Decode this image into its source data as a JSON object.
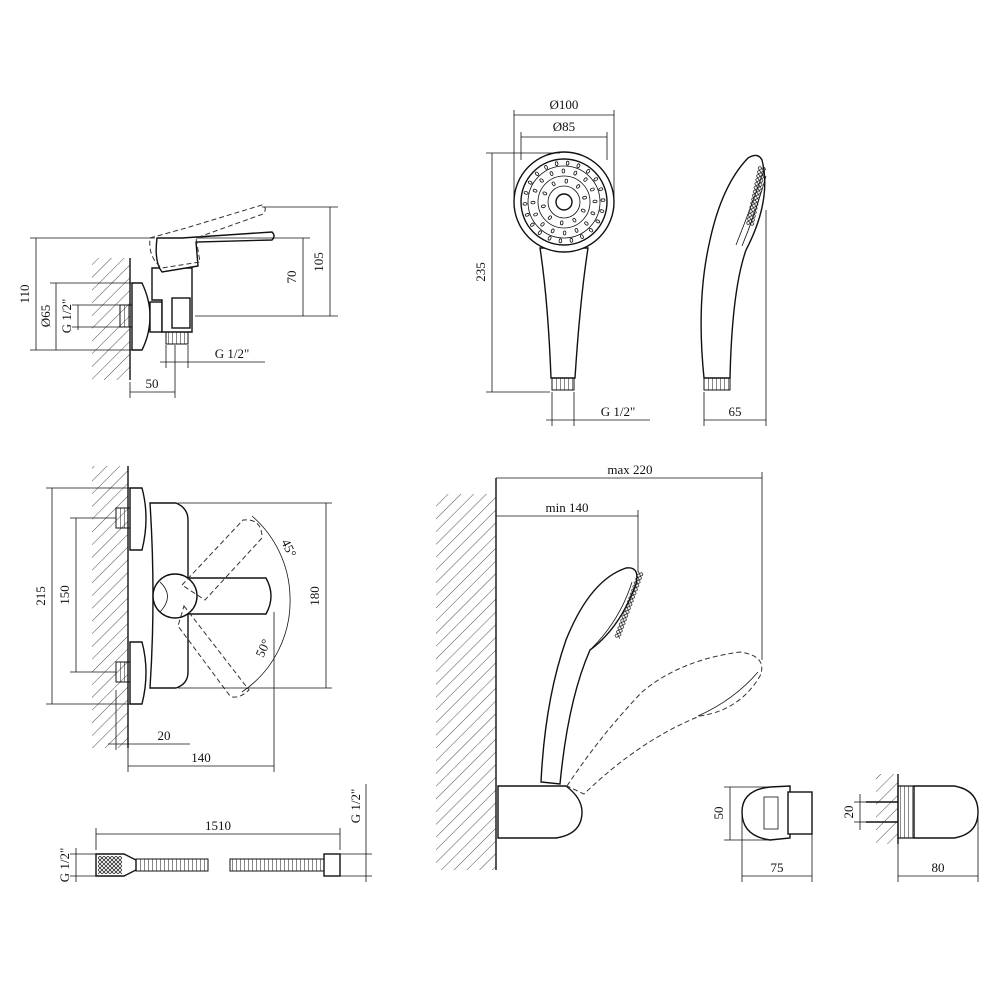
{
  "views": {
    "mixer_side": {
      "dims": {
        "total_height": "110",
        "flange_dia": "Ø65",
        "inlet_thread": "G 1/2\"",
        "outlet_thread": "G 1/2\"",
        "projection": "50",
        "body_height": "70",
        "lever_height": "105"
      }
    },
    "hand_shower_front": {
      "dims": {
        "outer_dia": "Ø100",
        "face_dia": "Ø85",
        "length": "235",
        "thread": "G 1/2\""
      }
    },
    "hand_shower_side": {
      "dims": {
        "depth": "65"
      }
    },
    "mixer_top": {
      "dims": {
        "total_width": "215",
        "inlet_spacing": "150",
        "body_width": "180",
        "angle_up": "45°",
        "angle_down": "50°",
        "eccentric": "20",
        "depth": "140"
      }
    },
    "holder_assembly": {
      "dims": {
        "max_reach": "max 220",
        "min_reach": "min 140"
      }
    },
    "holder_front": {
      "dims": {
        "height": "50",
        "width": "75"
      }
    },
    "holder_side": {
      "dims": {
        "spacing": "20",
        "depth": "80"
      }
    },
    "hose": {
      "dims": {
        "length": "1510",
        "left_thread": "G 1/2\"",
        "right_thread": "G 1/2\""
      }
    }
  }
}
